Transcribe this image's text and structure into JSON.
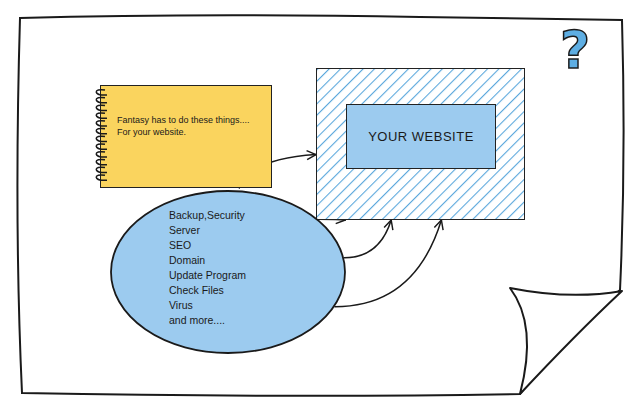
{
  "diagram": {
    "nodes": [
      {
        "text": [
          "Fantasy has to do these things.... For your website."
        ]
      },
      {
        "text": [
          "YOUR WEBSITE"
        ]
      },
      {
        "text": [
          "Backup,Security",
          "Server",
          "SEO",
          "Domain",
          "Update Program",
          "Check Files",
          "Virus",
          "and more...."
        ]
      }
    ],
    "edges": [
      {
        "from": 0,
        "to": 1,
        "arrow": "to"
      },
      {
        "from": 2,
        "to": 1,
        "arrow": "to"
      },
      {
        "from": 2,
        "to": 1,
        "arrow": "to"
      },
      {
        "from": 2,
        "to": 1,
        "arrow": "to"
      }
    ],
    "labels": [
      "?"
    ]
  }
}
